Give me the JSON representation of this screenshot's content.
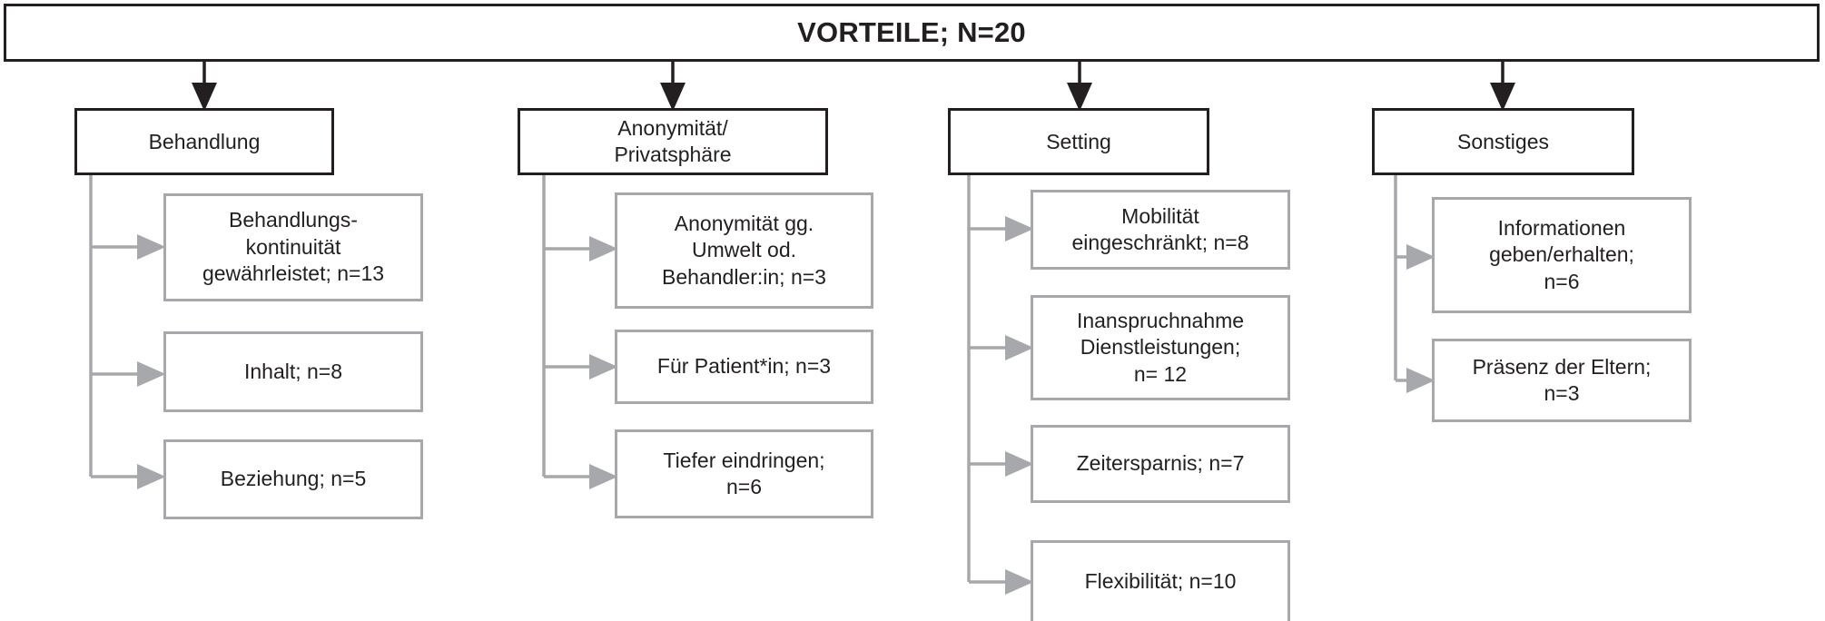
{
  "diagram": {
    "title": "VORTEILE; N=20",
    "title_color": "#231f20",
    "category_border_color": "#231f20",
    "leaf_border_color": "#a6a8ab",
    "arrow_color_top": "#231f20",
    "arrow_color_branch": "#a6a8ab",
    "columns": [
      {
        "id": "behandlung",
        "label": "Behandlung",
        "children": [
          {
            "id": "behandlungskontinuitaet",
            "label": "Behandlungs-\nkontinuität\ngewährleistet; n=13",
            "count": 13
          },
          {
            "id": "inhalt",
            "label": "Inhalt; n=8",
            "count": 8
          },
          {
            "id": "beziehung",
            "label": "Beziehung; n=5",
            "count": 5
          }
        ]
      },
      {
        "id": "anonymitaet-privatsphaere",
        "label": "Anonymität/\nPrivatsphäre",
        "children": [
          {
            "id": "anonymitaet-gg-umwelt",
            "label": "Anonymität gg.\nUmwelt od.\nBehandler:in; n=3",
            "count": 3
          },
          {
            "id": "fuer-patient-in",
            "label": "Für Patient*in; n=3",
            "count": 3
          },
          {
            "id": "tiefer-eindringen",
            "label": "Tiefer eindringen;\nn=6",
            "count": 6
          }
        ]
      },
      {
        "id": "setting",
        "label": "Setting",
        "children": [
          {
            "id": "mobilitaet-eingeschraenkt",
            "label": "Mobilität\neingeschränkt; n=8",
            "count": 8
          },
          {
            "id": "inanspruchnahme-dienstleistungen",
            "label": "Inanspruchnahme\nDienstleistungen;\nn= 12",
            "count": 12
          },
          {
            "id": "zeitersparnis",
            "label": "Zeitersparnis; n=7",
            "count": 7
          },
          {
            "id": "flexibilitaet",
            "label": "Flexibilität; n=10",
            "count": 10
          }
        ]
      },
      {
        "id": "sonstiges",
        "label": "Sonstiges",
        "children": [
          {
            "id": "informationen-geben-erhalten",
            "label": "Informationen\ngeben/erhalten;\nn=6",
            "count": 6
          },
          {
            "id": "praesenz-der-eltern",
            "label": "Präsenz der Eltern;\nn=3",
            "count": 3
          }
        ]
      }
    ]
  }
}
